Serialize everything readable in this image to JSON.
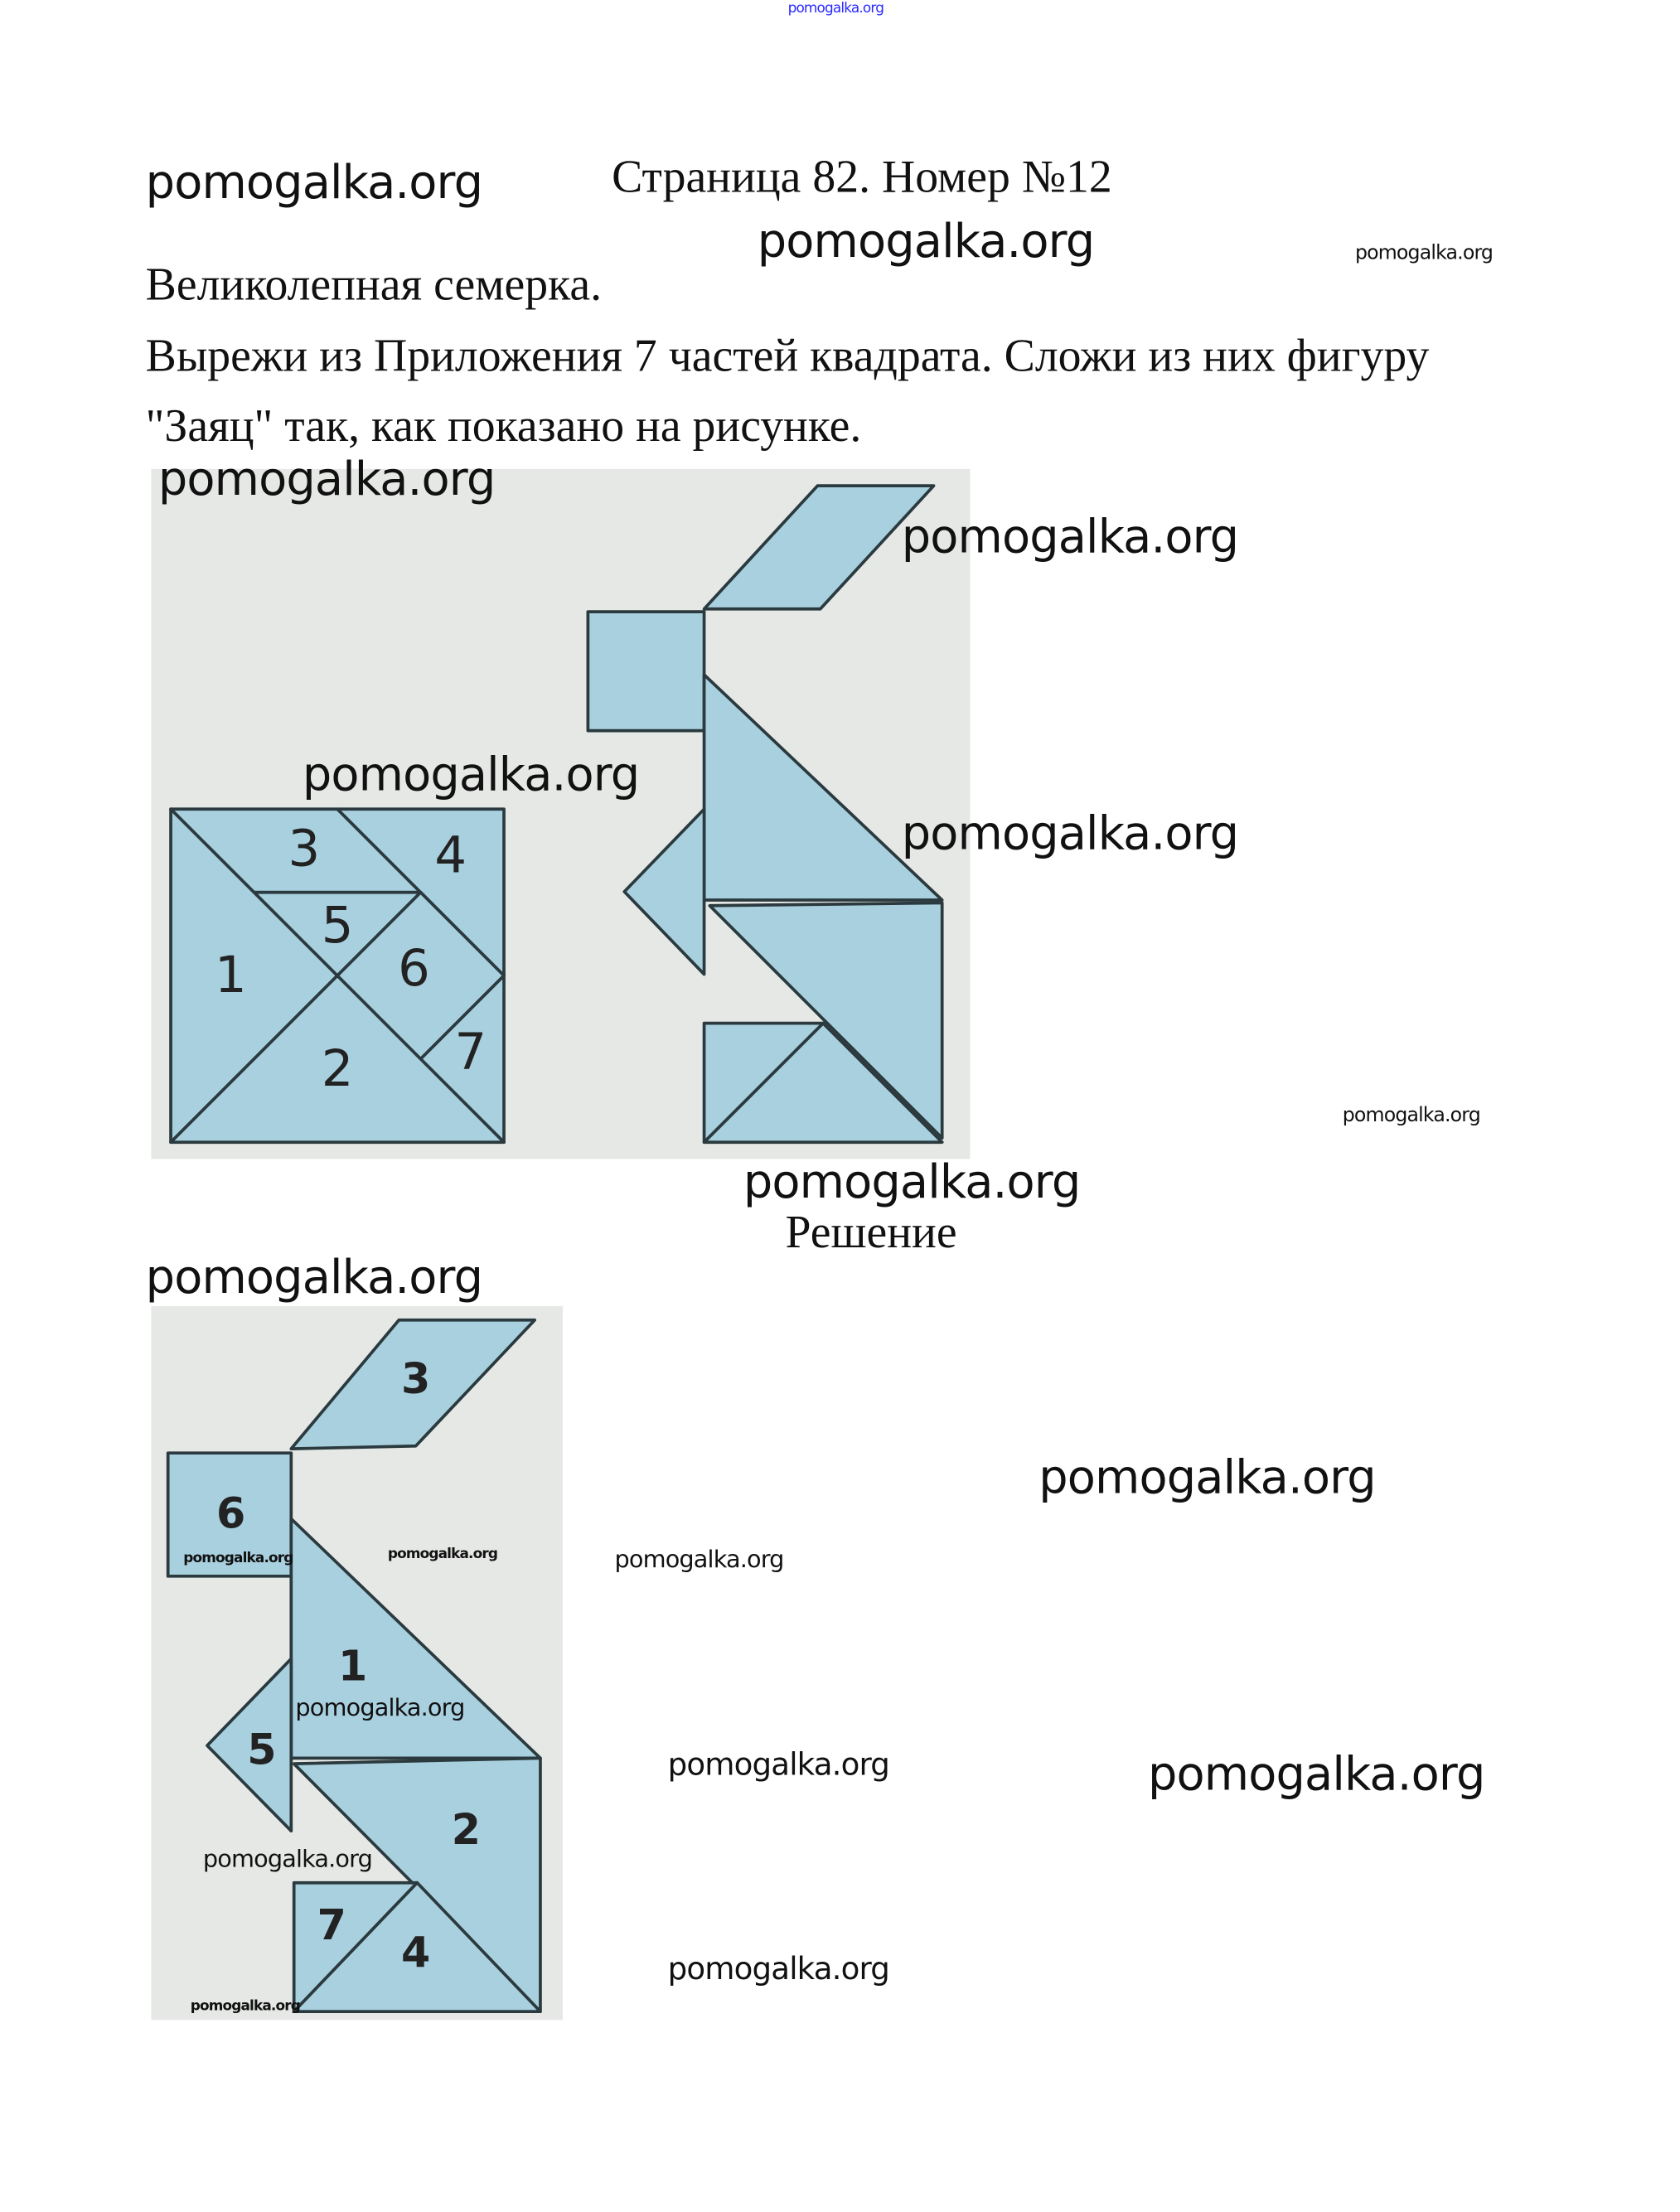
{
  "header": {
    "title": "Страница 82. Номер №12",
    "subtitle": "Великолепная семерка.",
    "task_line1": "Вырежи из Приложения 7 частей квадрата. Сложи из них фигуру",
    "task_line2": "\"Заяц\" так, как показано на рисунке.",
    "solution_label": "Решение"
  },
  "watermark": "pomogalka.org",
  "figure1": {
    "square_labels": [
      "1",
      "2",
      "3",
      "4",
      "5",
      "6",
      "7"
    ]
  },
  "figure2": {
    "piece_labels": [
      "1",
      "2",
      "3",
      "4",
      "5",
      "6",
      "7"
    ]
  },
  "colors": {
    "piece_fill": "#a9d0df",
    "photo_bg": "#e6e8e6",
    "outline": "#2a3a3e",
    "top_watermark": "#2a2aff"
  }
}
